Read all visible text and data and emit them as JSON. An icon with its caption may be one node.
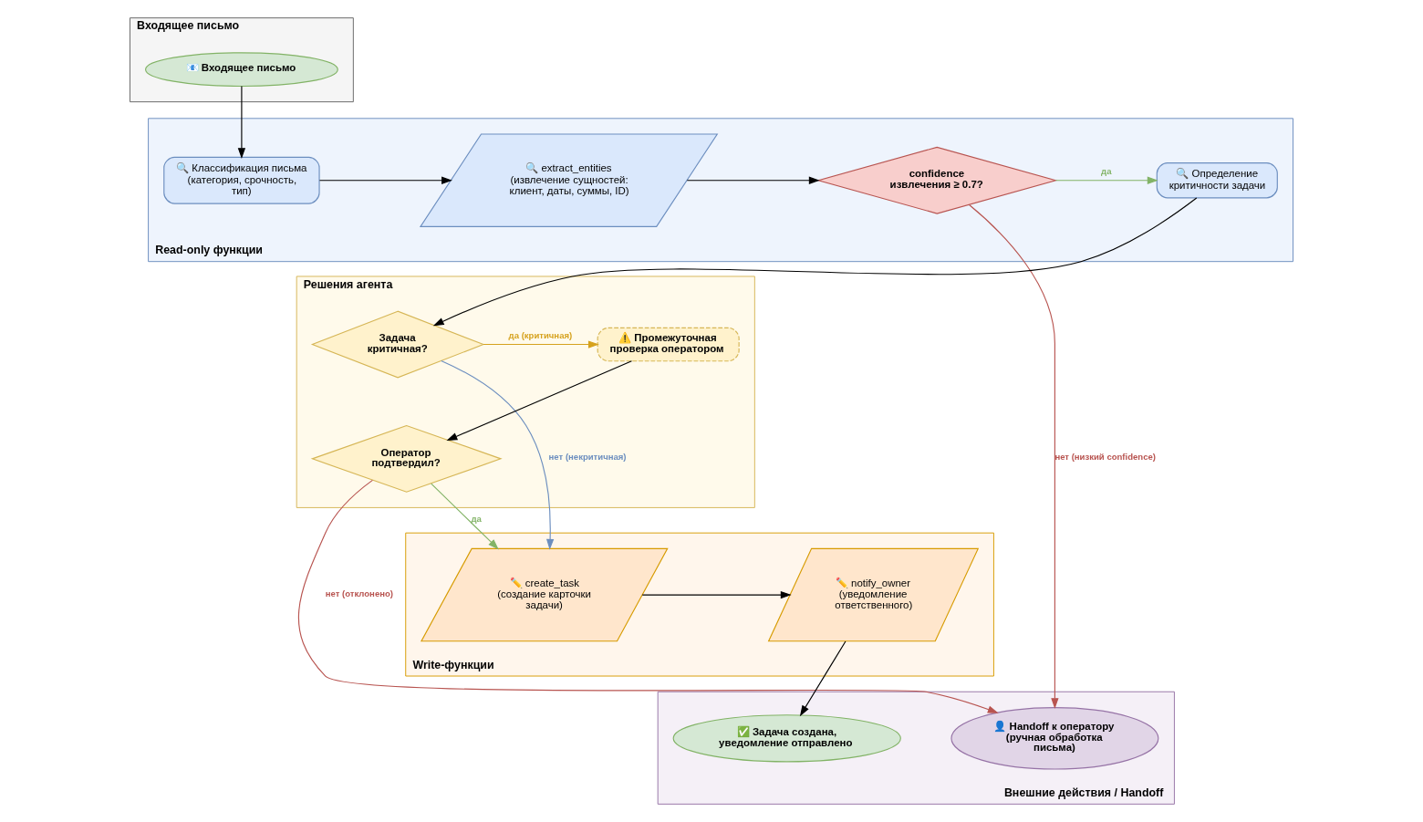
{
  "diagram": {
    "nodes": [
      {
        "text": [
          "Входящее письмо"
        ]
      },
      {
        "text": [
          "📧 Входящее письмо"
        ],
        "in": 0
      },
      {
        "text": [
          "Read-only функции"
        ]
      },
      {
        "text": [
          "🔍 Классификация письма (категория, срочность, тип)"
        ],
        "in": 2
      },
      {
        "text": [
          "🔍 extract_entities (извлечение сущностей: клиент, даты, суммы, ID)"
        ],
        "in": 2
      },
      {
        "text": [
          "confidence извлечения ≥ 0.7?"
        ],
        "in": 2
      },
      {
        "text": [
          "🔍 Определение критичности задачи"
        ],
        "in": 2
      },
      {
        "text": [
          "Решения агента"
        ]
      },
      {
        "text": [
          "Задача критичная?"
        ],
        "in": 7
      },
      {
        "text": [
          "⚠️ Промежуточная проверка оператором"
        ],
        "in": 7
      },
      {
        "text": [
          "Оператор подтвердил?"
        ],
        "in": 7
      },
      {
        "text": [
          "Write-функции"
        ]
      },
      {
        "text": [
          "✏️ create_task (создание карточки задачи)"
        ],
        "in": 11
      },
      {
        "text": [
          "✏️ notify_owner (уведомление ответственного)"
        ],
        "in": 11
      },
      {
        "text": [
          "Внешние действия / Handoff"
        ]
      },
      {
        "text": [
          "👤 Handoff к оператору (ручная обработка письма)"
        ],
        "in": 14
      },
      {
        "text": [
          "✅ Задача создана, уведомление отправлено"
        ],
        "in": 14
      }
    ],
    "edges": [
      {
        "from": 1,
        "to": 3,
        "arrow": "to"
      },
      {
        "from": 3,
        "to": 4,
        "arrow": "to"
      },
      {
        "from": 4,
        "to": 5,
        "arrow": "to"
      },
      {
        "from": 5,
        "to": 6,
        "arrow": "to",
        "label": "да",
        "color": "#82b366"
      },
      {
        "from": 6,
        "to": 8,
        "arrow": "to"
      },
      {
        "from": 8,
        "to": 12,
        "arrow": "to",
        "label": "нет (некритичная)",
        "color": "#6c8ebf"
      },
      {
        "from": 8,
        "to": 9,
        "arrow": "to",
        "label": "да (критичная)",
        "color": "#d6a21e"
      },
      {
        "from": 9,
        "to": 10,
        "arrow": "to"
      },
      {
        "from": 10,
        "to": 12,
        "arrow": "to",
        "label": "да",
        "color": "#82b366"
      },
      {
        "from": 5,
        "to": 15,
        "arrow": "to",
        "label": "нет (низкий confidence)",
        "color": "#b85450"
      },
      {
        "from": 10,
        "to": 15,
        "arrow": "to",
        "label": "нет (отклонено)",
        "color": "#b85450"
      },
      {
        "from": 12,
        "to": 13,
        "arrow": "to"
      },
      {
        "from": 13,
        "to": 16,
        "arrow": "to"
      }
    ]
  }
}
